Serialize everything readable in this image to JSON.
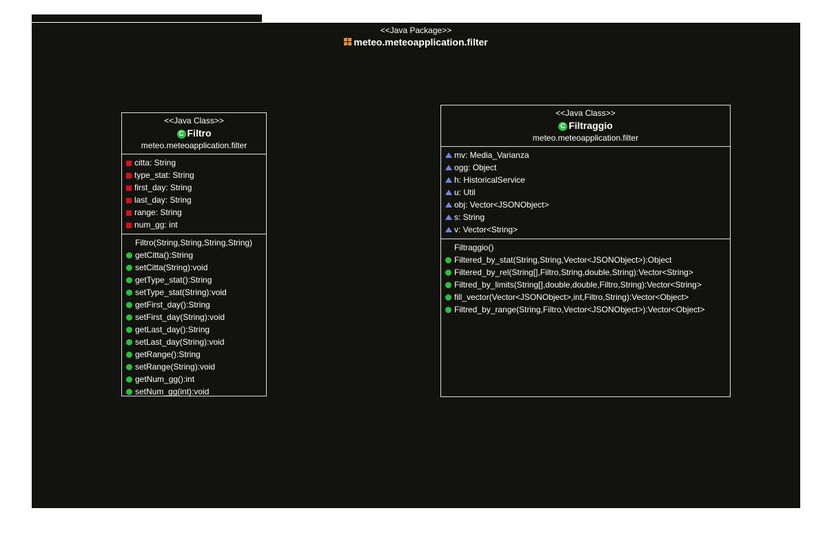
{
  "package": {
    "stereotype": "<<Java Package>>",
    "name": "meteo.meteoapplication.filter",
    "icon": "package-icon"
  },
  "classes": {
    "filtro": {
      "stereotype": "<<Java Class>>",
      "name": "Filtro",
      "package": "meteo.meteoapplication.filter",
      "attributes": [
        {
          "visibility": "private",
          "text": "citta: String"
        },
        {
          "visibility": "private",
          "text": "type_stat: String"
        },
        {
          "visibility": "private",
          "text": "first_day: String"
        },
        {
          "visibility": "private",
          "text": "last_day: String"
        },
        {
          "visibility": "private",
          "text": "range: String"
        },
        {
          "visibility": "private",
          "text": "num_gg: int"
        }
      ],
      "methods": [
        {
          "kind": "constructor",
          "text": "Filtro(String,String,String,String)"
        },
        {
          "kind": "public",
          "text": "getCitta():String"
        },
        {
          "kind": "public",
          "text": "setCitta(String):void"
        },
        {
          "kind": "public",
          "text": "getType_stat():String"
        },
        {
          "kind": "public",
          "text": "setType_stat(String):void"
        },
        {
          "kind": "public",
          "text": "getFirst_day():String"
        },
        {
          "kind": "public",
          "text": "setFirst_day(String):void"
        },
        {
          "kind": "public",
          "text": "getLast_day():String"
        },
        {
          "kind": "public",
          "text": "setLast_day(String):void"
        },
        {
          "kind": "public",
          "text": "getRange():String"
        },
        {
          "kind": "public",
          "text": "setRange(String):void"
        },
        {
          "kind": "public",
          "text": "getNum_gg():int"
        },
        {
          "kind": "public",
          "text": "setNum_gg(int):void"
        }
      ]
    },
    "filtraggio": {
      "stereotype": "<<Java Class>>",
      "name": "Filtraggio",
      "package": "meteo.meteoapplication.filter",
      "attributes": [
        {
          "visibility": "package",
          "text": "mv: Media_Varianza"
        },
        {
          "visibility": "package",
          "text": "ogg: Object"
        },
        {
          "visibility": "package",
          "text": "h: HistoricalService"
        },
        {
          "visibility": "package",
          "text": "u: Util"
        },
        {
          "visibility": "package",
          "text": "obj: Vector<JSONObject>"
        },
        {
          "visibility": "package",
          "text": "s: String"
        },
        {
          "visibility": "package",
          "text": "v: Vector<String>"
        }
      ],
      "methods": [
        {
          "kind": "constructor",
          "text": "Filtraggio()"
        },
        {
          "kind": "public",
          "text": "Filtered_by_stat(String,String,Vector<JSONObject>):Object"
        },
        {
          "kind": "public",
          "text": "Filtered_by_rel(String[],Filtro,String,double,String):Vector<String>"
        },
        {
          "kind": "public",
          "text": "Filtred_by_limits(String[],double,double,Filtro,String):Vector<String>"
        },
        {
          "kind": "public",
          "text": "fill_vector(Vector<JSONObject>,int,Filtro,String):Vector<Object>"
        },
        {
          "kind": "public",
          "text": "Filtred_by_range(String,Filtro,Vector<JSONObject>):Vector<Object>"
        }
      ]
    }
  },
  "colors": {
    "background": "#12120e",
    "private_icon": "#d2121a",
    "package_icon": "#6b87e6",
    "public_icon": "#2cc03c",
    "package_glyph": "#e38c3c"
  }
}
